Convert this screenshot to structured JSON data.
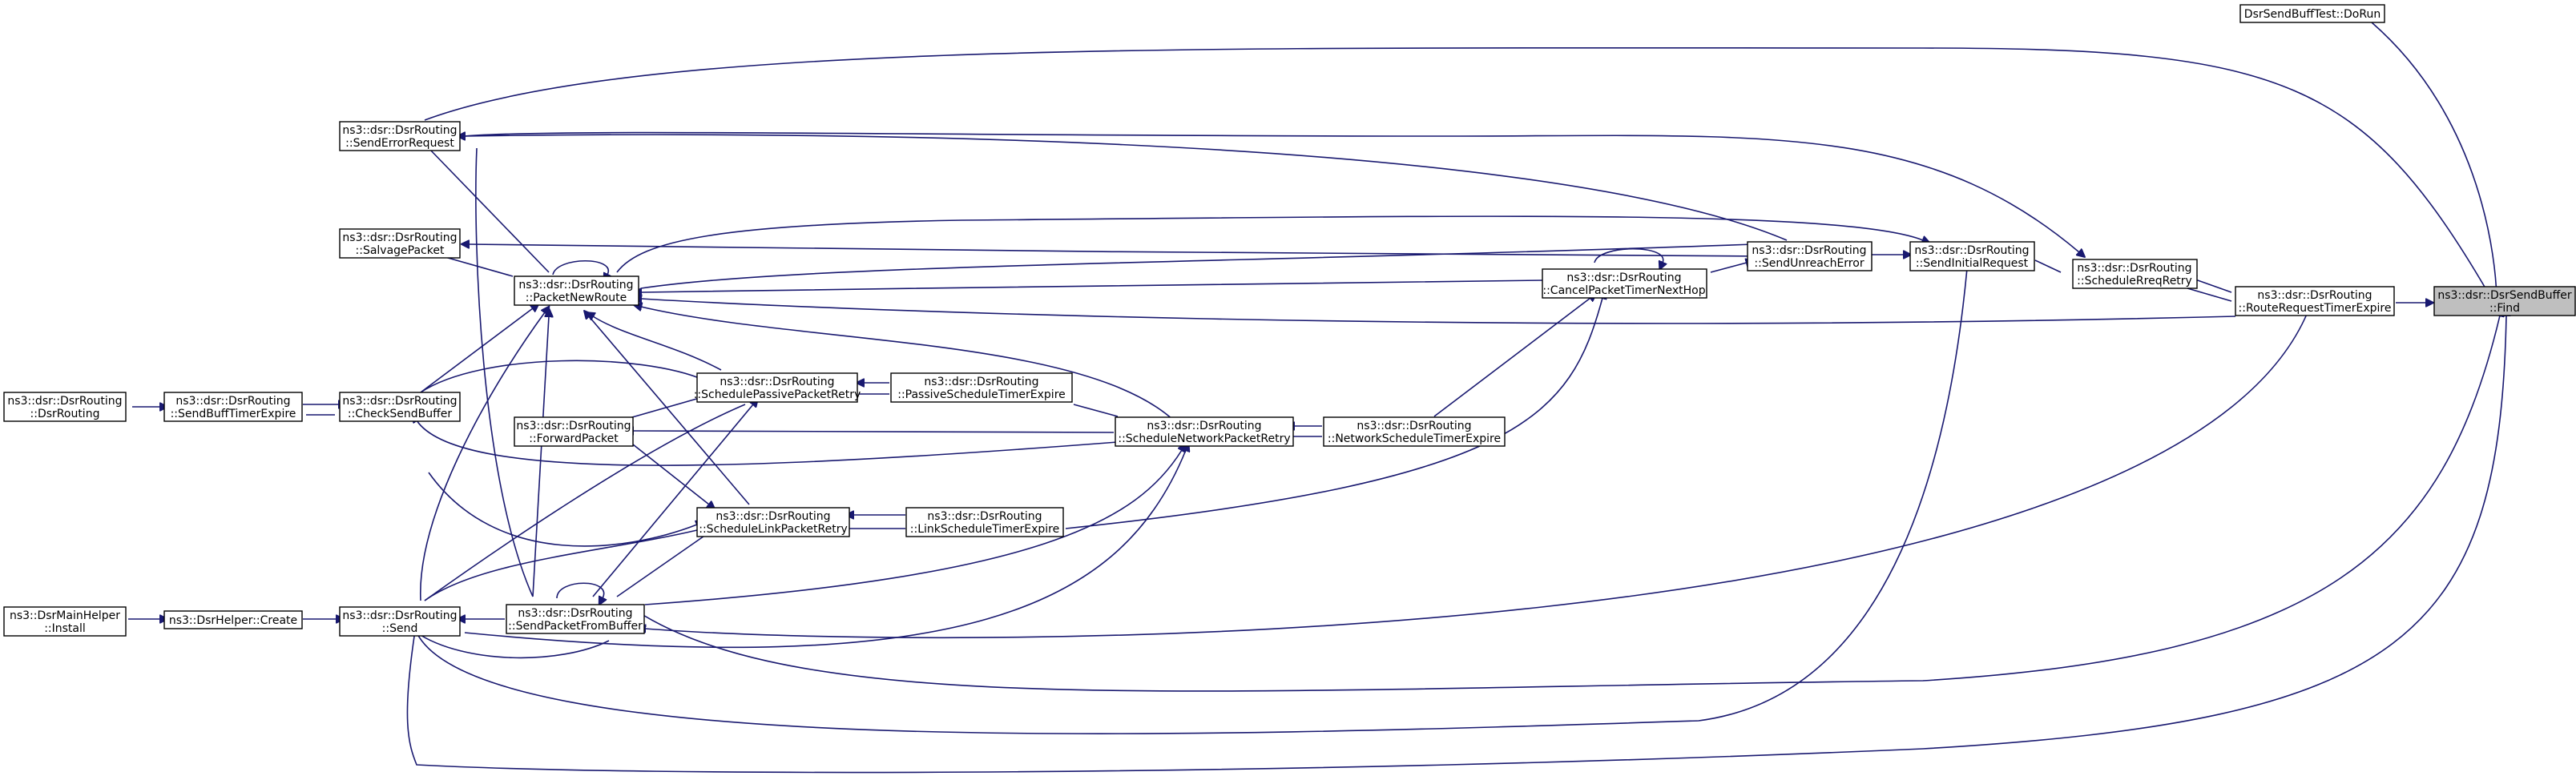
{
  "colors": {
    "edge": "#191970",
    "node_border": "#000000",
    "highlight_fill": "#bfbfbf"
  },
  "nodes": [
    {
      "id": "find",
      "lines": [
        "ns3::dsr::DsrSendBuffer",
        "::Find"
      ],
      "highlight": true
    },
    {
      "id": "dorun",
      "lines": [
        "DsrSendBuffTest::DoRun"
      ]
    },
    {
      "id": "rrte",
      "lines": [
        "ns3::dsr::DsrRouting",
        "::RouteRequestTimerExpire"
      ]
    },
    {
      "id": "srr",
      "lines": [
        "ns3::dsr::DsrRouting",
        "::ScheduleRreqRetry"
      ]
    },
    {
      "id": "sir",
      "lines": [
        "ns3::dsr::DsrRouting",
        "::SendInitialRequest"
      ]
    },
    {
      "id": "sue",
      "lines": [
        "ns3::dsr::DsrRouting",
        "::SendUnreachError"
      ]
    },
    {
      "id": "cptnh",
      "lines": [
        "ns3::dsr::DsrRouting",
        "::CancelPacketTimerNextHop"
      ]
    },
    {
      "id": "nste",
      "lines": [
        "ns3::dsr::DsrRouting",
        "::NetworkScheduleTimerExpire"
      ]
    },
    {
      "id": "snpr",
      "lines": [
        "ns3::dsr::DsrRouting",
        "::ScheduleNetworkPacketRetry"
      ]
    },
    {
      "id": "pste",
      "lines": [
        "ns3::dsr::DsrRouting",
        "::PassiveScheduleTimerExpire"
      ]
    },
    {
      "id": "lste",
      "lines": [
        "ns3::dsr::DsrRouting",
        "::LinkScheduleTimerExpire"
      ]
    },
    {
      "id": "sppr",
      "lines": [
        "ns3::dsr::DsrRouting",
        "::SchedulePassivePacketRetry"
      ]
    },
    {
      "id": "slpr",
      "lines": [
        "ns3::dsr::DsrRouting",
        "::ScheduleLinkPacketRetry"
      ]
    },
    {
      "id": "spfb",
      "lines": [
        "ns3::dsr::DsrRouting",
        "::SendPacketFromBuffer"
      ]
    },
    {
      "id": "pnr",
      "lines": [
        "ns3::dsr::DsrRouting",
        "::PacketNewRoute"
      ]
    },
    {
      "id": "fp",
      "lines": [
        "ns3::dsr::DsrRouting",
        "::ForwardPacket"
      ]
    },
    {
      "id": "sp",
      "lines": [
        "ns3::dsr::DsrRouting",
        "::SalvagePacket"
      ]
    },
    {
      "id": "ser",
      "lines": [
        "ns3::dsr::DsrRouting",
        "::SendErrorRequest"
      ]
    },
    {
      "id": "csb",
      "lines": [
        "ns3::dsr::DsrRouting",
        "::CheckSendBuffer"
      ]
    },
    {
      "id": "send",
      "lines": [
        "ns3::dsr::DsrRouting",
        "::Send"
      ]
    },
    {
      "id": "sbte",
      "lines": [
        "ns3::dsr::DsrRouting",
        "::SendBuffTimerExpire"
      ]
    },
    {
      "id": "dsrr",
      "lines": [
        "ns3::dsr::DsrRouting",
        "::DsrRouting"
      ]
    },
    {
      "id": "hcreate",
      "lines": [
        "ns3::DsrHelper::Create"
      ]
    },
    {
      "id": "install",
      "lines": [
        "ns3::DsrMainHelper",
        "::Install"
      ]
    }
  ]
}
